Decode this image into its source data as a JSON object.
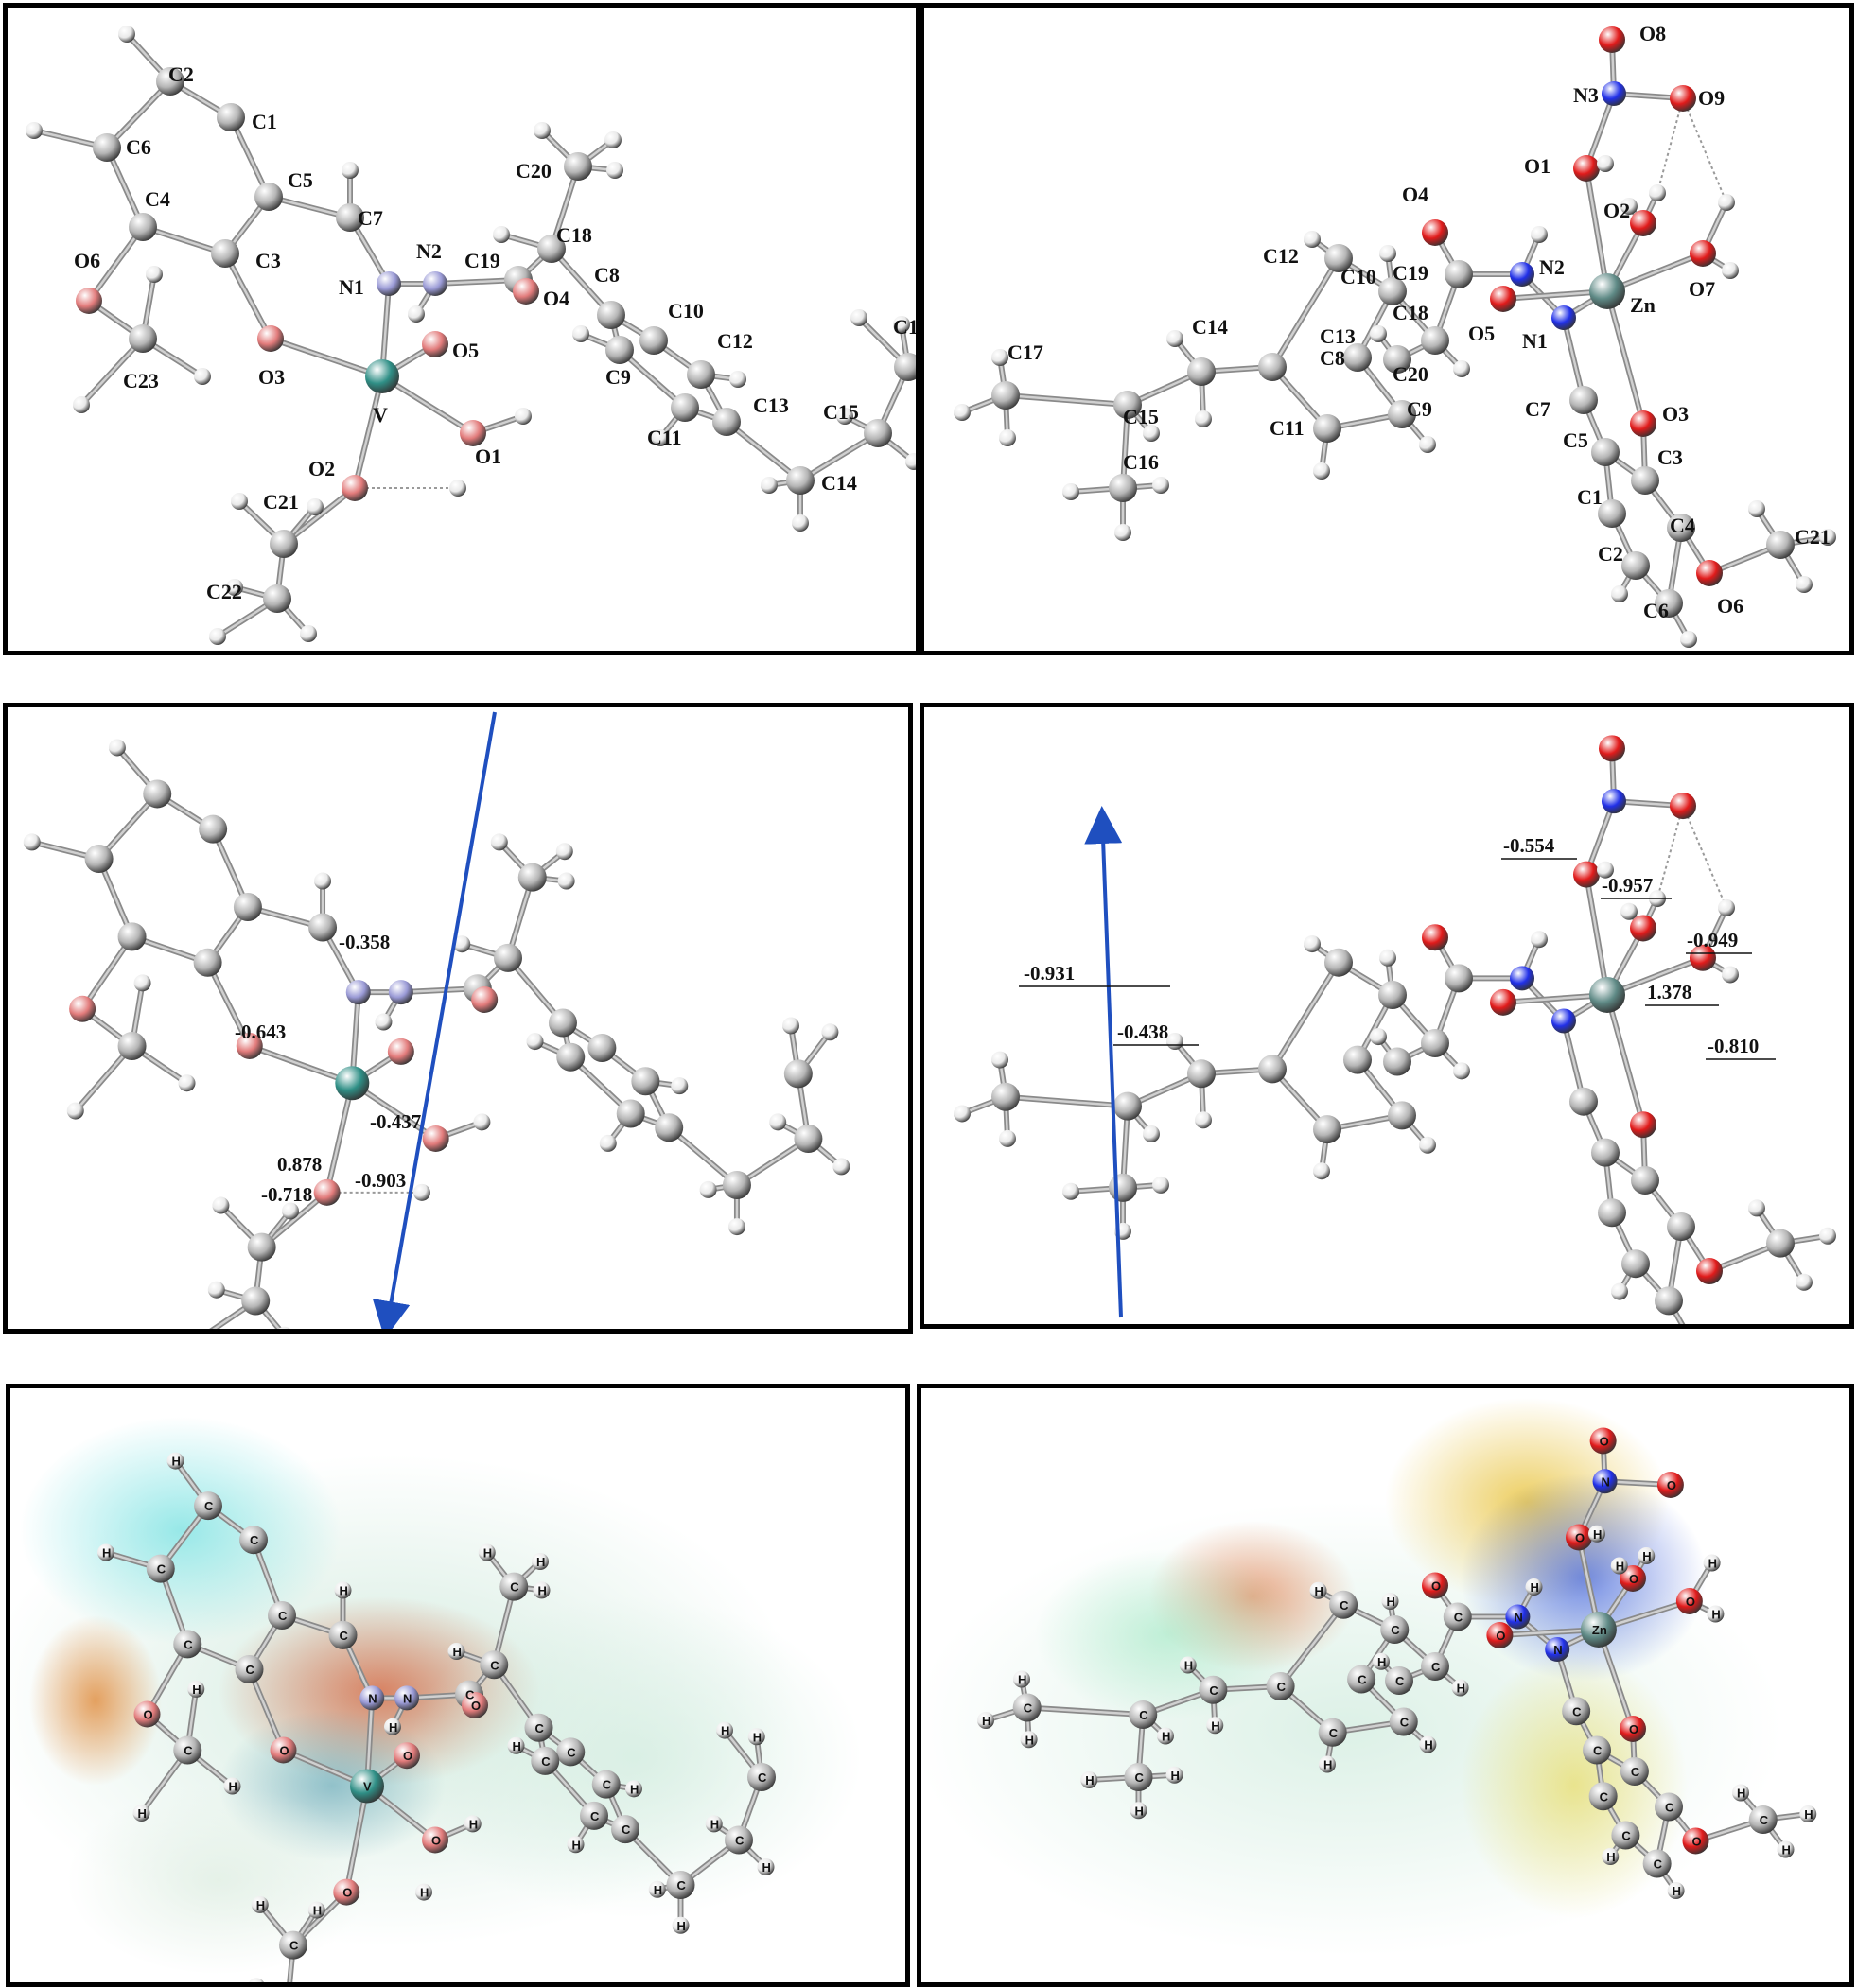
{
  "colors": {
    "carbon": "#b5b5b5",
    "hydrogen": "#e9e9e9",
    "oxygen_v": "#e27b7b",
    "oxygen_zn": "#e11b1b",
    "nitrogen_v": "#9a9ad6",
    "nitrogen_zn": "#2130e8",
    "vanadium": "#2f8f86",
    "zinc": "#5f8a86",
    "dipole": "#1f4fbf"
  },
  "panels": [
    {
      "name": "v-complex-labeled",
      "atoms": [
        {
          "id": "C1",
          "el": "C",
          "label": "C1"
        },
        {
          "id": "C2",
          "el": "C",
          "label": "C2"
        },
        {
          "id": "C6",
          "el": "C",
          "label": "C6"
        },
        {
          "id": "C4",
          "el": "C",
          "label": "C4"
        },
        {
          "id": "C3",
          "el": "C",
          "label": "C3"
        },
        {
          "id": "C5",
          "el": "C",
          "label": "C5"
        },
        {
          "id": "C7",
          "el": "C",
          "label": "C7"
        },
        {
          "id": "O6",
          "el": "O",
          "label": "O6"
        },
        {
          "id": "C23",
          "el": "C",
          "label": "C23"
        },
        {
          "id": "O3",
          "el": "O",
          "label": "O3"
        },
        {
          "id": "N1",
          "el": "N",
          "label": "N1"
        },
        {
          "id": "N2",
          "el": "N",
          "label": "N2"
        },
        {
          "id": "V",
          "el": "V",
          "label": "V"
        },
        {
          "id": "O5",
          "el": "O",
          "label": "O5"
        },
        {
          "id": "O1",
          "el": "O",
          "label": "O1"
        },
        {
          "id": "O2",
          "el": "O",
          "label": "O2"
        },
        {
          "id": "C21",
          "el": "C",
          "label": "C21"
        },
        {
          "id": "C22",
          "el": "C",
          "label": "C22"
        },
        {
          "id": "C19",
          "el": "C",
          "label": "C19"
        },
        {
          "id": "O4",
          "el": "O",
          "label": "O4"
        },
        {
          "id": "C18",
          "el": "C",
          "label": "C18"
        },
        {
          "id": "C20",
          "el": "C",
          "label": "C20"
        },
        {
          "id": "C8",
          "el": "C",
          "label": "C8"
        },
        {
          "id": "C10",
          "el": "C",
          "label": "C10"
        },
        {
          "id": "C9",
          "el": "C",
          "label": "C9"
        },
        {
          "id": "C12",
          "el": "C",
          "label": "C12"
        },
        {
          "id": "C11",
          "el": "C",
          "label": "C11"
        },
        {
          "id": "C13",
          "el": "C",
          "label": "C13"
        },
        {
          "id": "C15",
          "el": "C",
          "label": "C15"
        },
        {
          "id": "C14",
          "el": "C",
          "label": "C14"
        },
        {
          "id": "C1x",
          "el": "C",
          "label": "C1"
        }
      ]
    },
    {
      "name": "zn-complex-labeled",
      "atoms": [
        {
          "id": "O8",
          "el": "O",
          "label": "O8"
        },
        {
          "id": "N3",
          "el": "N",
          "label": "N3"
        },
        {
          "id": "O9",
          "el": "O",
          "label": "O9"
        },
        {
          "id": "O1",
          "el": "O",
          "label": "O1"
        },
        {
          "id": "O2",
          "el": "O",
          "label": "O2"
        },
        {
          "id": "O7",
          "el": "O",
          "label": "O7"
        },
        {
          "id": "Zn",
          "el": "Zn",
          "label": "Zn"
        },
        {
          "id": "O4",
          "el": "O",
          "label": "O4"
        },
        {
          "id": "C19",
          "el": "C",
          "label": "C19"
        },
        {
          "id": "N2",
          "el": "N",
          "label": "N2"
        },
        {
          "id": "O5",
          "el": "O",
          "label": "O5"
        },
        {
          "id": "N1",
          "el": "N",
          "label": "N1"
        },
        {
          "id": "C18",
          "el": "C",
          "label": "C18"
        },
        {
          "id": "C20",
          "el": "C",
          "label": "C20"
        },
        {
          "id": "C12",
          "el": "C",
          "label": "C12"
        },
        {
          "id": "C10",
          "el": "C",
          "label": "C10"
        },
        {
          "id": "C13",
          "el": "C",
          "label": "C13"
        },
        {
          "id": "C8",
          "el": "C",
          "label": "C8"
        },
        {
          "id": "C9",
          "el": "C",
          "label": "C9"
        },
        {
          "id": "C11",
          "el": "C",
          "label": "C11"
        },
        {
          "id": "C14",
          "el": "C",
          "label": "C14"
        },
        {
          "id": "C17",
          "el": "C",
          "label": "C17"
        },
        {
          "id": "C15",
          "el": "C",
          "label": "C15"
        },
        {
          "id": "C16",
          "el": "C",
          "label": "C16"
        },
        {
          "id": "C7",
          "el": "C",
          "label": "C7"
        },
        {
          "id": "O3",
          "el": "O",
          "label": "O3"
        },
        {
          "id": "C5",
          "el": "C",
          "label": "C5"
        },
        {
          "id": "C3",
          "el": "C",
          "label": "C3"
        },
        {
          "id": "C1",
          "el": "C",
          "label": "C1"
        },
        {
          "id": "C4",
          "el": "C",
          "label": "C4"
        },
        {
          "id": "C2",
          "el": "C",
          "label": "C2"
        },
        {
          "id": "C21",
          "el": "C",
          "label": "C21"
        },
        {
          "id": "C6",
          "el": "C",
          "label": "C6"
        },
        {
          "id": "O6",
          "el": "O",
          "label": "O6"
        }
      ]
    },
    {
      "name": "v-complex-charges",
      "charges": [
        "-0.358",
        "-0.643",
        "0.878",
        "-0.437",
        "-0.718",
        "-0.903"
      ]
    },
    {
      "name": "zn-complex-charges",
      "charges": [
        "-0.554",
        "-0.957",
        "-0.949",
        "-0.931",
        "1.378",
        "-0.438",
        "-0.810"
      ]
    },
    {
      "name": "v-complex-mep",
      "atom_letters": [
        "H",
        "C",
        "O",
        "N",
        "V"
      ]
    },
    {
      "name": "zn-complex-mep",
      "atom_letters": [
        "H",
        "C",
        "O",
        "N",
        "Zn"
      ]
    }
  ]
}
